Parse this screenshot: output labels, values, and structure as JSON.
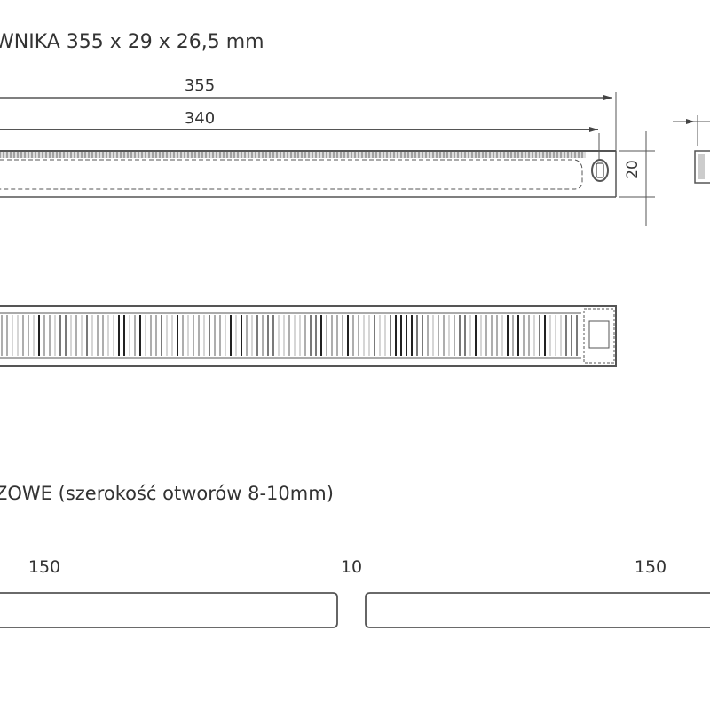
{
  "section1": {
    "title": "WNIKA  355 x 29 x 26,5 mm"
  },
  "front_view": {
    "dimensions": {
      "overall_length": "355",
      "inner_length": "340",
      "height": "20"
    }
  },
  "section2": {
    "title": "ZOWE (szerokość otworów 8-10mm)"
  },
  "slot_layout": {
    "slot_left_length": "150",
    "gap": "10",
    "slot_right_length": "150"
  }
}
